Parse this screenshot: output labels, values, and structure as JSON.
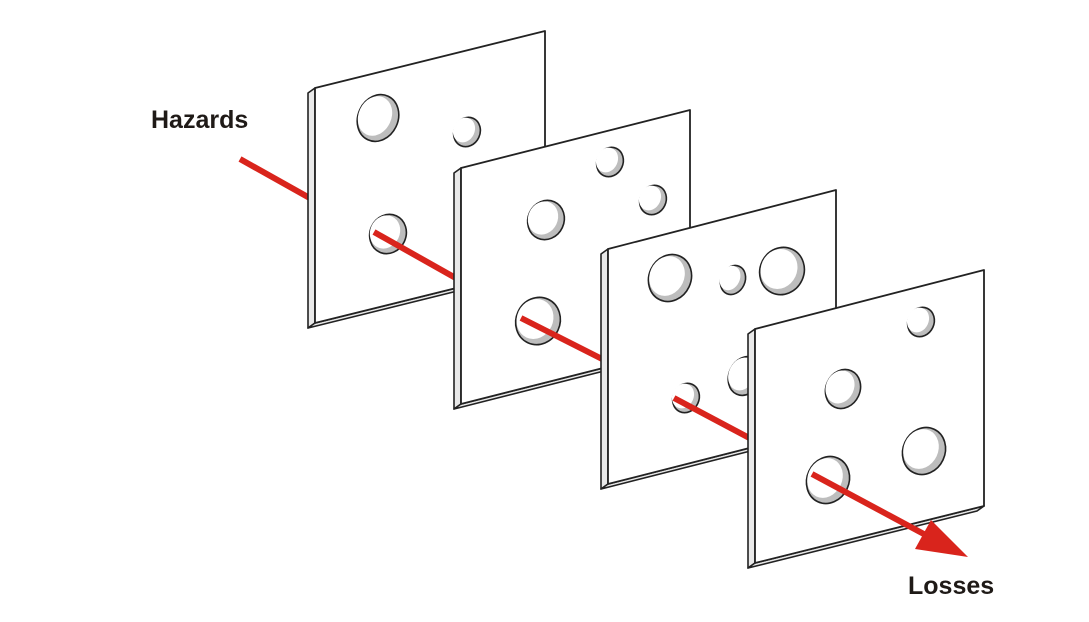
{
  "diagram": {
    "labels": {
      "input": "Hazards",
      "output": "Losses"
    },
    "layers": 4,
    "colors": {
      "arrow": "#d9241c",
      "slice_face": "#ffffff",
      "slice_edge": "#222222",
      "hole_shadow": "#bdbdbd",
      "text": "#1f1a17"
    }
  }
}
